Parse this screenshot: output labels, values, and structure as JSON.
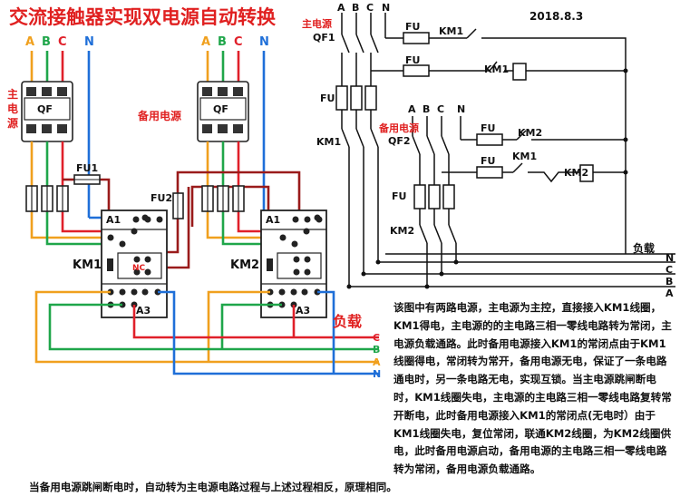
{
  "title": "交流接触器实现双电源自动转换",
  "date": "2018.8.3",
  "left_diagram": {
    "phase_labels": [
      "A",
      "B",
      "C",
      "N"
    ],
    "main_source_label": "主电源",
    "backup_source_label": "备用电源",
    "breaker_label": "QF",
    "fuse1_label": "FU1",
    "fuse2_label": "FU2",
    "coil_terminal_a1": "A1",
    "coil_terminal_a3": "A3",
    "nc_label": "NC",
    "km1_label": "KM1",
    "km2_label": "KM2",
    "load_label": "负载",
    "output_labels": [
      "C",
      "B",
      "A",
      "N"
    ]
  },
  "right_diagram": {
    "bus_labels": [
      "A",
      "B",
      "C",
      "N"
    ],
    "main_source_label": "主电源",
    "qf1_label": "QF1",
    "qf2_label": "QF2",
    "fu_label": "FU",
    "km1_label": "KM1",
    "km2_label": "KM2",
    "backup_source_label": "备用电源",
    "load_label": "负载",
    "out_labels": [
      "N",
      "C",
      "B",
      "A"
    ]
  },
  "description": {
    "p1": "该图中有两路电源，主电源为主控，直接接入KM1线圈，KM1得电，主电源的的主电路三相一零线电路转为常闭，主电源负载通路。此时备用电源接入KM1的常闭点由于KM1线圈得电，常闭转为常开，备用电源无电，保证了一条电路通电时，另一条电路无电，实现互锁。当主电源跳闸断电时，KM1线圈失电，主电源的主电路三相一零线电路复转常开断电，此时备用电源接入KM1的常闭点(无电时）由于KM1线圈失电，复位常闭，联通KM2线圈，为KM2线圈供电，此时备用电源启动，备用电源的主电路三相一零线电路转为常闭，备用电源负载通路。",
    "p2": "当备用电源跳闸断电时，自动转为主电源电路过程与上述过程相反，原理相同。"
  },
  "colors": {
    "phase_a": "#f0a01e",
    "phase_b": "#1fa64a",
    "phase_c": "#e0202a",
    "neutral": "#1f6fd8",
    "control": "#9a1b1b",
    "title": "#e02020"
  }
}
